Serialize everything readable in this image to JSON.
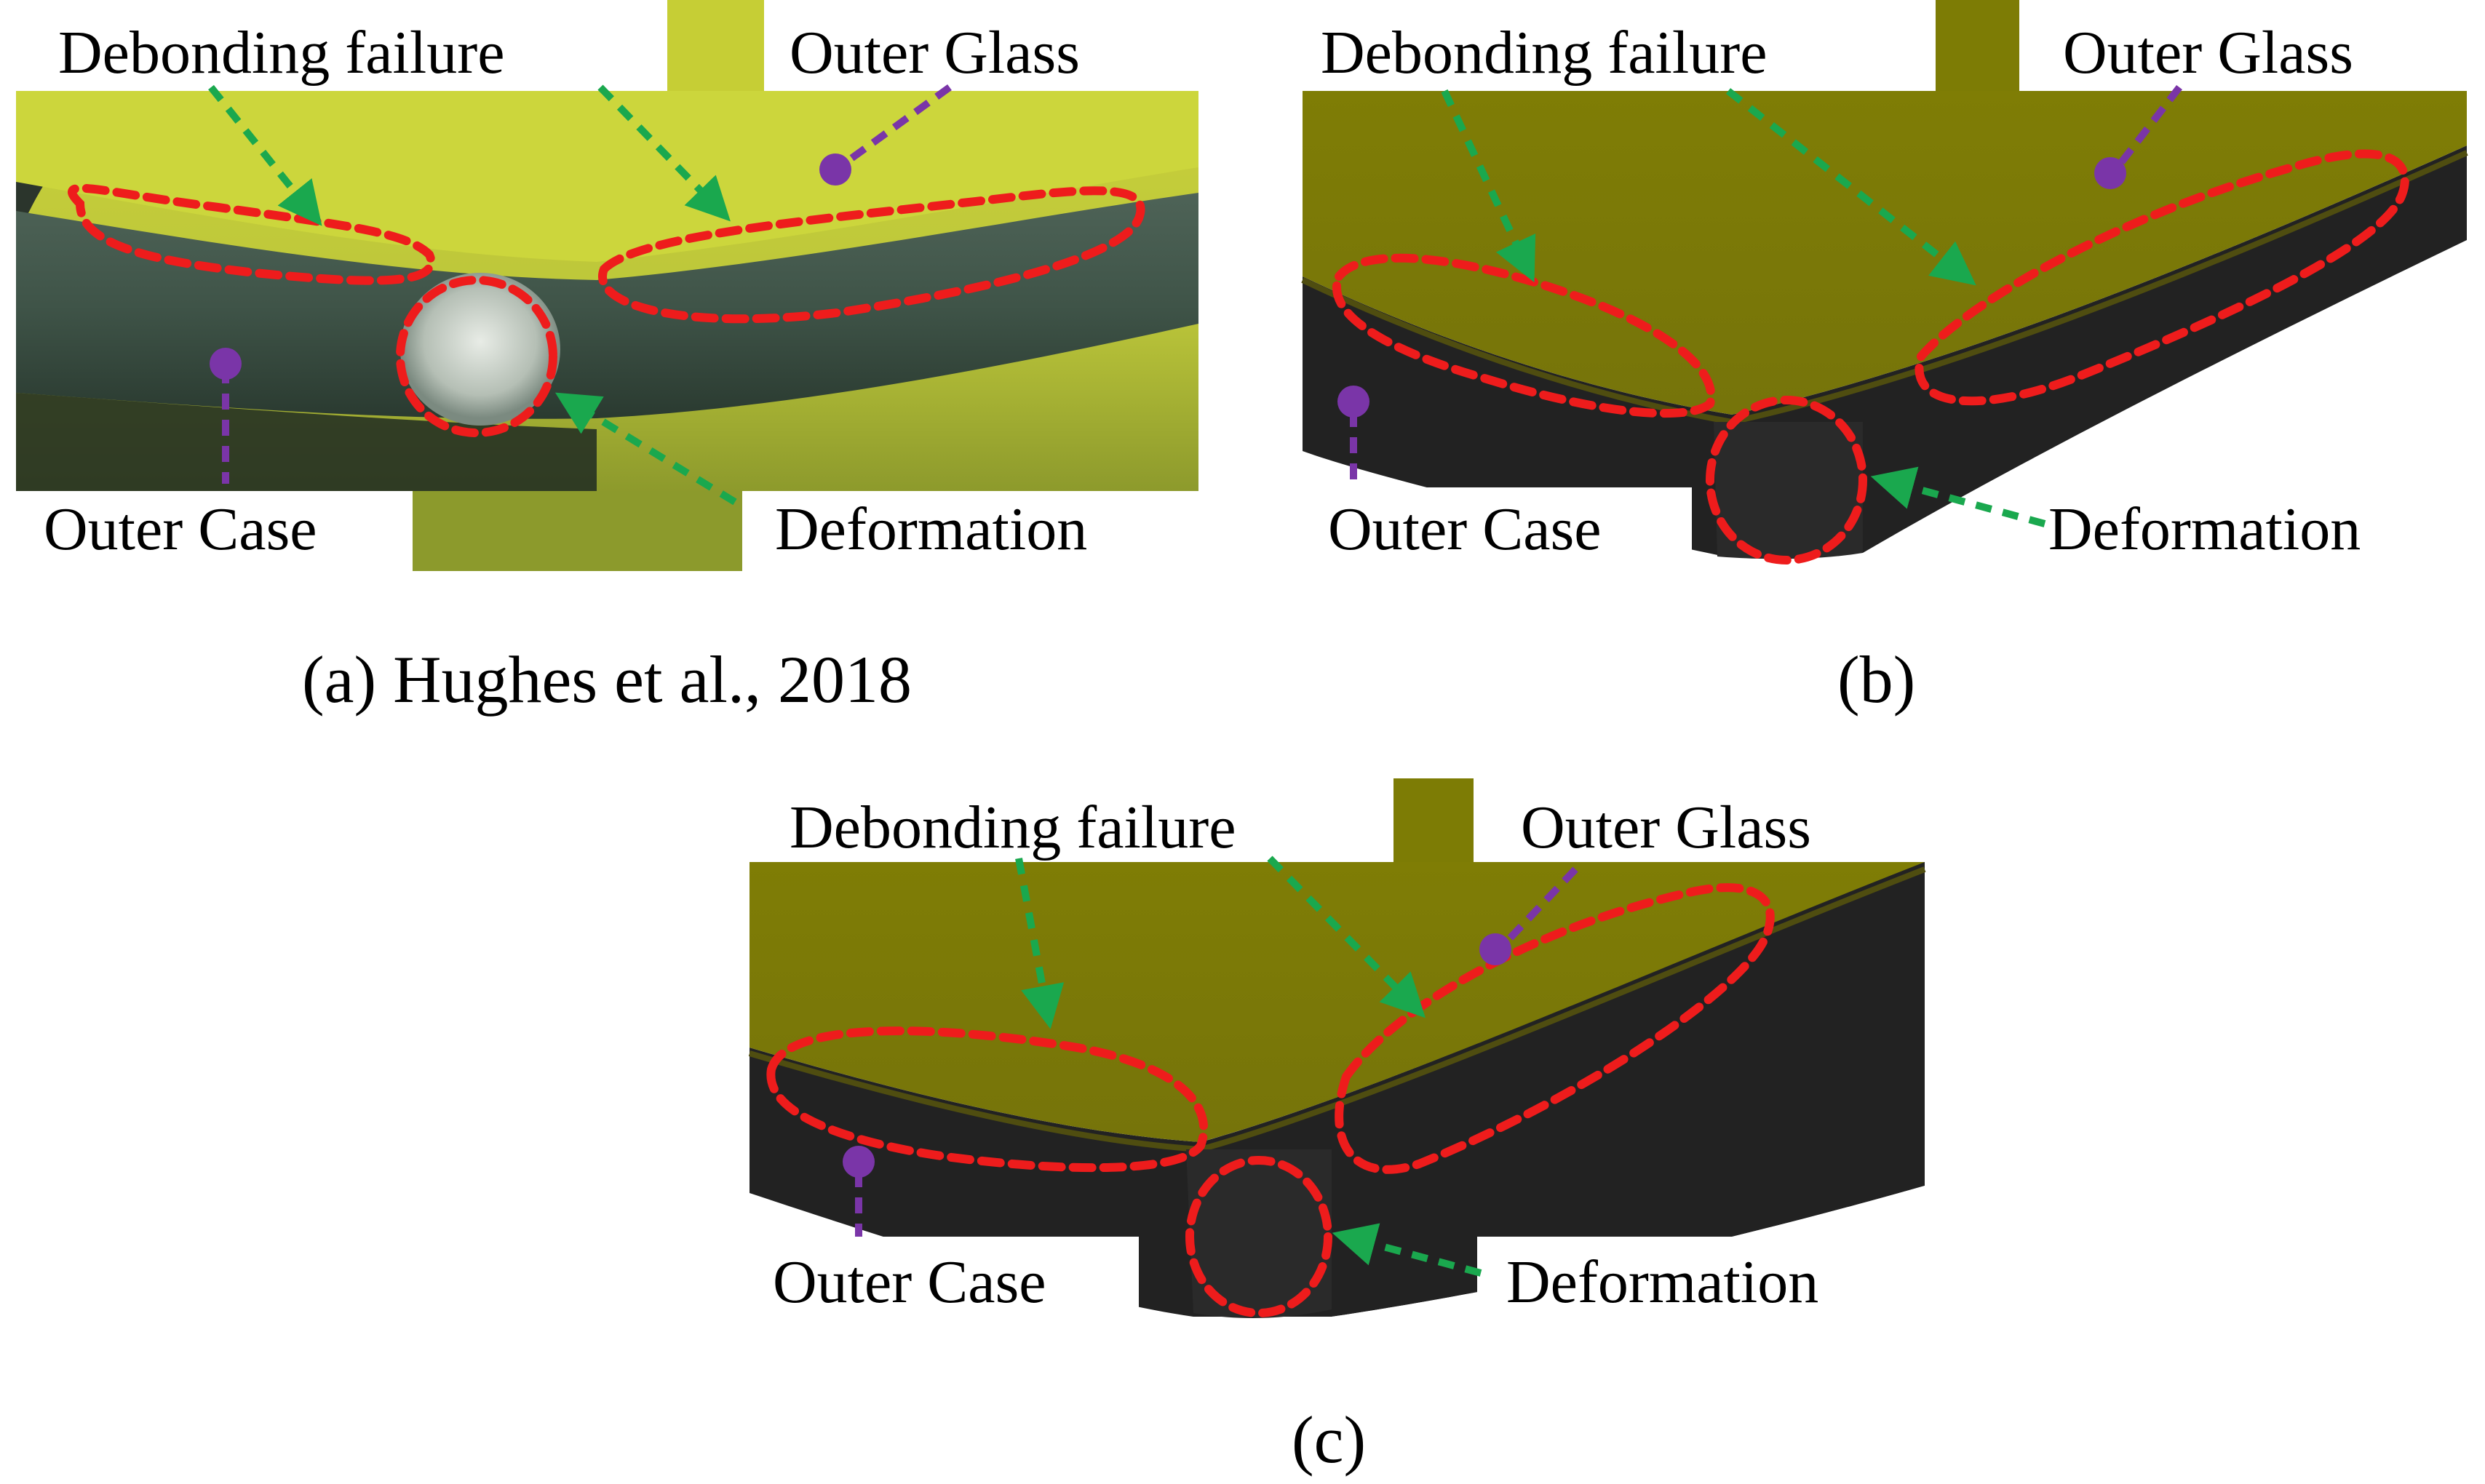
{
  "colors": {
    "annotation_red": "#ee1c1c",
    "arrow_green": "#1aa84e",
    "marker_purple": "#7a35a8",
    "glass_olive": "#7d7c05",
    "photo_glass_yellow": "#c6ce35",
    "case_dark": "#1f1f1f"
  },
  "panels": [
    {
      "id": "a",
      "caption": "(a) Hughes et al., 2018",
      "labels": {
        "debonding": "Debonding failure",
        "outer_glass": "Outer Glass",
        "outer_case": "Outer Case",
        "deformation": "Deformation"
      }
    },
    {
      "id": "b",
      "caption": "(b)",
      "labels": {
        "debonding": "Debonding failure",
        "outer_glass": "Outer Glass",
        "outer_case": "Outer Case",
        "deformation": "Deformation"
      }
    },
    {
      "id": "c",
      "caption": "(c)",
      "labels": {
        "debonding": "Debonding failure",
        "outer_glass": "Outer Glass",
        "outer_case": "Outer Case",
        "deformation": "Deformation"
      }
    }
  ]
}
